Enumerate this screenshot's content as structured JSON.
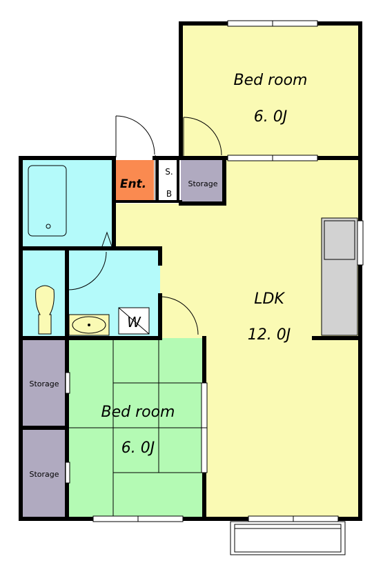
{
  "rooms": {
    "bedroom_upper": {
      "name": "Bed room",
      "size": "6. 0J"
    },
    "ldk": {
      "name": "LDK",
      "size": "12. 0J"
    },
    "bedroom_lower": {
      "name": "Bed room",
      "size": "6. 0J"
    },
    "entrance": {
      "name": "Ent."
    },
    "shoebox": {
      "top": "S.",
      "bottom": "B"
    },
    "storage_entry": {
      "name": "Storage"
    },
    "storage_upper": {
      "name": "Storage"
    },
    "storage_lower": {
      "name": "Storage"
    },
    "washer": {
      "name": "W"
    }
  },
  "colors": {
    "bedroom_upper": "#fafab4",
    "ldk": "#fafab4",
    "bedroom_lower": "#b4fab4",
    "wet_area": "#b4fafa",
    "entrance": "#fa8a50",
    "storage": "#b0aac0",
    "kitchen": "#d2d2d2",
    "wall": "#000000"
  }
}
